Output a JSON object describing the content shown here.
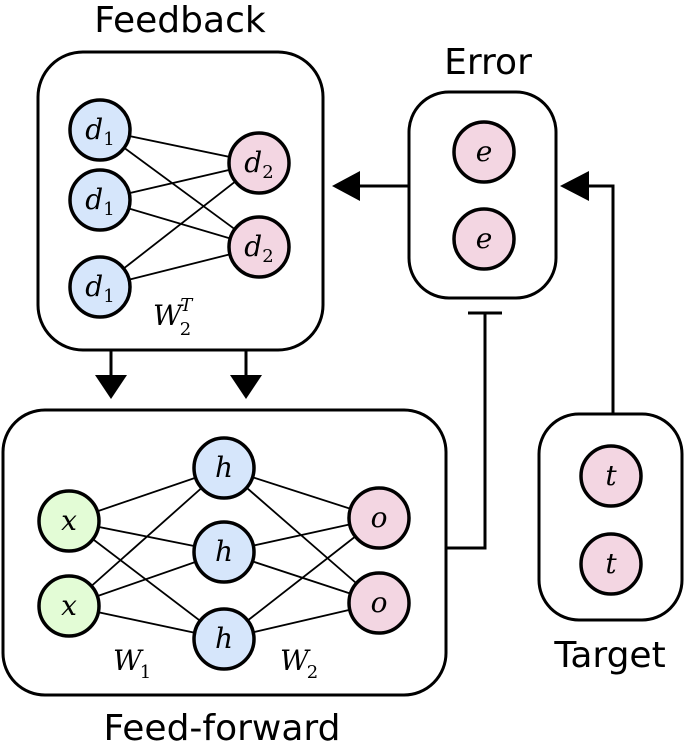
{
  "colors": {
    "blue": "#d6e6fb",
    "pink": "#f3d6e2",
    "green": "#e3fcd6"
  },
  "panels": {
    "feedback": {
      "title": "Feedback",
      "weight_label": "W",
      "weight_sub": "2",
      "weight_sup": "T",
      "left_nodes": [
        {
          "label": "d",
          "sub": "1",
          "color": "blue"
        },
        {
          "label": "d",
          "sub": "1",
          "color": "blue"
        },
        {
          "label": "d",
          "sub": "1",
          "color": "blue"
        }
      ],
      "right_nodes": [
        {
          "label": "d",
          "sub": "2",
          "color": "pink"
        },
        {
          "label": "d",
          "sub": "2",
          "color": "pink"
        }
      ]
    },
    "error": {
      "title": "Error",
      "nodes": [
        {
          "label": "e",
          "color": "pink"
        },
        {
          "label": "e",
          "color": "pink"
        }
      ]
    },
    "feedforward": {
      "title": "Feed-forward",
      "w1_label": "W",
      "w1_sub": "1",
      "w2_label": "W",
      "w2_sub": "2",
      "input_nodes": [
        {
          "label": "x",
          "color": "green"
        },
        {
          "label": "x",
          "color": "green"
        }
      ],
      "hidden_nodes": [
        {
          "label": "h",
          "color": "blue"
        },
        {
          "label": "h",
          "color": "blue"
        },
        {
          "label": "h",
          "color": "blue"
        }
      ],
      "output_nodes": [
        {
          "label": "o",
          "color": "pink"
        },
        {
          "label": "o",
          "color": "pink"
        }
      ]
    },
    "target": {
      "title": "Target",
      "nodes": [
        {
          "label": "t",
          "color": "pink"
        },
        {
          "label": "t",
          "color": "pink"
        }
      ]
    }
  }
}
